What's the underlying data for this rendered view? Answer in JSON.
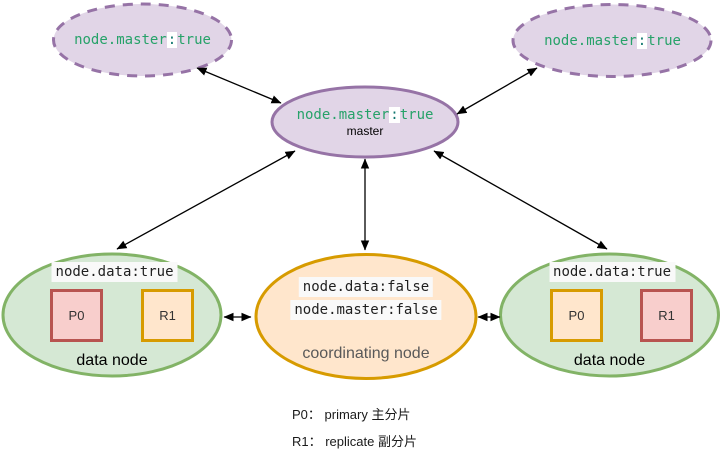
{
  "punct": {
    "colon": ":"
  },
  "nodes": {
    "candidate_left": {
      "code_key": "node.master",
      "code_value": "true"
    },
    "candidate_right": {
      "code_key": "node.master",
      "code_value": "true"
    },
    "master": {
      "code_key": "node.master",
      "code_value": "true",
      "label": "master"
    },
    "data_left": {
      "config": "node.data:true",
      "label": "data node",
      "shards": [
        {
          "label": "P0"
        },
        {
          "label": "R1"
        }
      ]
    },
    "coordinating": {
      "config_lines": [
        "node.data:false",
        "node.master:false"
      ],
      "label": "coordinating node"
    },
    "data_right": {
      "config": "node.data:true",
      "label": "data node",
      "shards": [
        {
          "label": "P0"
        },
        {
          "label": "R1"
        }
      ]
    }
  },
  "legend": {
    "p0": "P0： primary 主分片",
    "r1": "R1： replicate 副分片"
  },
  "colors": {
    "purple_fill": "#e1d5e7",
    "purple_stroke": "#9673a6",
    "green_fill": "#d5e8d4",
    "green_stroke": "#82b366",
    "orange_fill": "#ffe6cc",
    "orange_stroke": "#d79b00",
    "red_fill": "#f8cecc",
    "red_stroke": "#b85450",
    "code_green": "#26a269",
    "arrow": "#000000"
  }
}
